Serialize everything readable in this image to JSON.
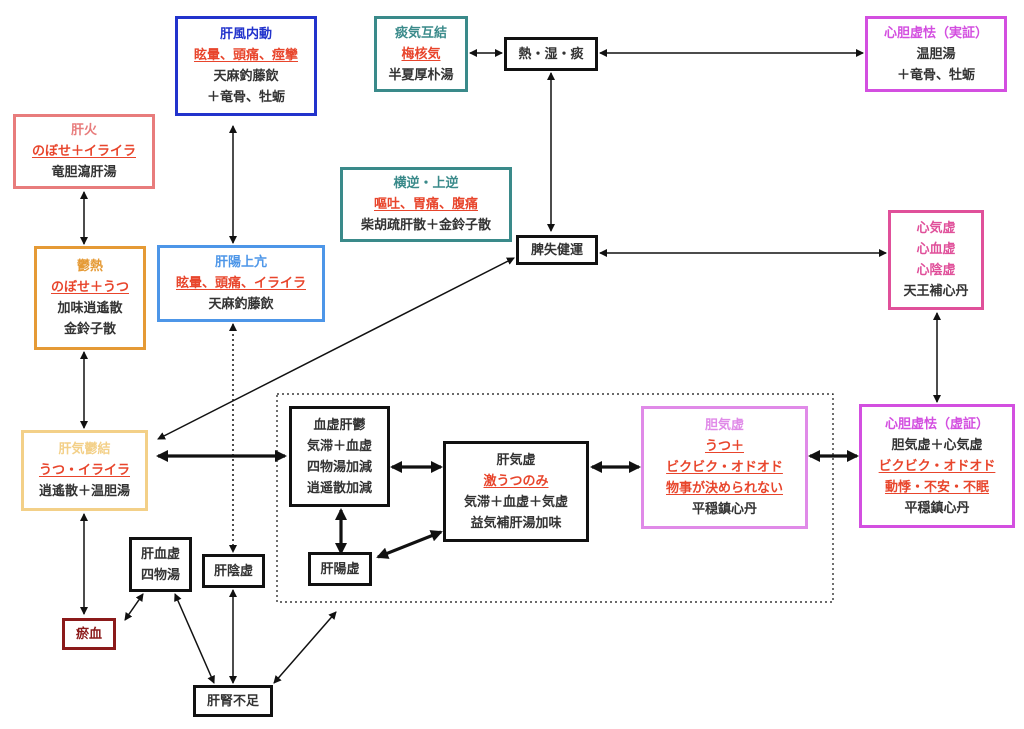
{
  "colors": {
    "blue": "#2233cc",
    "salmon": "#e87c7c",
    "orange": "#e59a35",
    "skyblue": "#4d96e8",
    "teal": "#3a8a8a",
    "magenta": "#d34fe0",
    "pink": "#e0509a",
    "paleyellow": "#f3d088",
    "lilac": "#e08ae8",
    "darkred": "#8b1a1a",
    "black": "#111111",
    "red": "#e8452c",
    "text": "#333333"
  },
  "boxes": {
    "kanfu": {
      "lines": [
        {
          "text": "肝風内動",
          "color": "blue"
        },
        {
          "text": "眩暈、頭痛、痙攣",
          "color": "red",
          "hl": true
        },
        {
          "text": "天麻釣藤飲"
        },
        {
          "text": "＋竜骨、牡蛎"
        }
      ]
    },
    "tanki": {
      "lines": [
        {
          "text": "痰気互結",
          "color": "teal"
        },
        {
          "text": "梅核気",
          "color": "red",
          "hl": true
        },
        {
          "text": "半夏厚朴湯"
        }
      ]
    },
    "netsu": {
      "lines": [
        {
          "text": "熱・湿・痰"
        }
      ]
    },
    "shintan_jitsu": {
      "lines": [
        {
          "text": "心胆虚怯（実証）",
          "color": "magenta"
        },
        {
          "text": "温胆湯"
        },
        {
          "text": "＋竜骨、牡蛎"
        }
      ]
    },
    "kanka": {
      "lines": [
        {
          "text": "肝火",
          "color": "salmon"
        },
        {
          "text": "のぼせ＋イライラ",
          "color": "red",
          "hl": true
        },
        {
          "text": "竜胆瀉肝湯"
        }
      ]
    },
    "ougyaku": {
      "lines": [
        {
          "text": "横逆・上逆",
          "color": "teal"
        },
        {
          "text": "嘔吐、胃痛、腹痛",
          "color": "red",
          "hl": true
        },
        {
          "text": "柴胡疏肝散＋金鈴子散"
        }
      ]
    },
    "hishitsu": {
      "lines": [
        {
          "text": "脾失健運"
        }
      ]
    },
    "shinki": {
      "lines": [
        {
          "text": "心気虚",
          "color": "pink"
        },
        {
          "text": "心血虚",
          "color": "pink"
        },
        {
          "text": "心陰虚",
          "color": "pink"
        },
        {
          "text": "天王補心丹"
        }
      ]
    },
    "utsunetsu": {
      "lines": [
        {
          "text": "鬱熱",
          "color": "orange"
        },
        {
          "text": "のぼせ＋うつ",
          "color": "red",
          "hl": true
        },
        {
          "text": "加味逍遙散"
        },
        {
          "text": "金鈴子散"
        }
      ]
    },
    "kanyou": {
      "lines": [
        {
          "text": "肝陽上亢",
          "color": "skyblue"
        },
        {
          "text": "眩暈、頭痛、イライラ",
          "color": "red",
          "hl": true
        },
        {
          "text": "天麻釣藤飲"
        }
      ]
    },
    "kanki_ukketsu": {
      "lines": [
        {
          "text": "肝気鬱結",
          "color": "paleyellow"
        },
        {
          "text": "うつ・イライラ",
          "color": "red",
          "hl": true
        },
        {
          "text": "逍遙散＋温胆湯"
        }
      ]
    },
    "kekkyo": {
      "lines": [
        {
          "text": "血虚肝鬱"
        },
        {
          "text": "気滞＋血虚"
        },
        {
          "text": "四物湯加減"
        },
        {
          "text": "逍遥散加減"
        }
      ]
    },
    "kankikyo": {
      "lines": [
        {
          "text": "肝気虚"
        },
        {
          "text": "激うつのみ",
          "color": "red",
          "hl": true
        },
        {
          "text": "気滞＋血虚＋気虚"
        },
        {
          "text": "益気補肝湯加味"
        }
      ]
    },
    "tankikyo": {
      "lines": [
        {
          "text": "胆気虚",
          "color": "lilac"
        },
        {
          "text": "うつ＋",
          "color": "red",
          "hl": true
        },
        {
          "text": "ビクビク・オドオド",
          "color": "red",
          "hl": true
        },
        {
          "text": "物事が決められない",
          "color": "red",
          "hl": true
        },
        {
          "text": "平穏鎮心丹"
        }
      ]
    },
    "shintan_kyo": {
      "lines": [
        {
          "text": "心胆虚怯（虚証）",
          "color": "magenta"
        },
        {
          "text": "胆気虚＋心気虚"
        },
        {
          "text": "ビクビク・オドオド",
          "color": "red",
          "hl": true
        },
        {
          "text": "動悸・不安・不眠",
          "color": "red",
          "hl": true
        },
        {
          "text": "平穏鎮心丹"
        }
      ]
    },
    "kanketsu": {
      "lines": [
        {
          "text": "肝血虚"
        },
        {
          "text": "四物湯"
        }
      ]
    },
    "kanin": {
      "lines": [
        {
          "text": "肝陰虚"
        }
      ]
    },
    "kanyo_kyo": {
      "lines": [
        {
          "text": "肝陽虚"
        }
      ]
    },
    "oketsu": {
      "lines": [
        {
          "text": "瘀血",
          "color": "darkred"
        }
      ]
    },
    "kanjin": {
      "lines": [
        {
          "text": "肝腎不足"
        }
      ]
    }
  }
}
